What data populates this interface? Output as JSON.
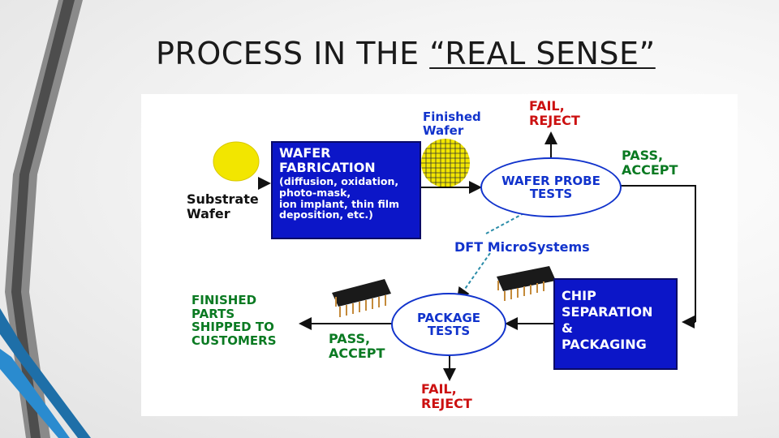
{
  "slide": {
    "title_prefix": "PROCESS IN THE ",
    "title_quoted": "“REAL SENSE”"
  },
  "diagram": {
    "finished_wafer": [
      "Finished",
      "Wafer"
    ],
    "fail_reject_top": [
      "FAIL,",
      "REJECT"
    ],
    "pass_accept_top": [
      "PASS,",
      "ACCEPT"
    ],
    "substrate_wafer": [
      "Substrate",
      "Wafer"
    ],
    "wafer_fab": {
      "title": [
        "WAFER",
        "FABRICATION"
      ],
      "details": [
        "(diffusion, oxidation,",
        "photo-mask,",
        "ion implant, thin film",
        "deposition, etc.)"
      ]
    },
    "wafer_probe": [
      "WAFER PROBE",
      "TESTS"
    ],
    "dft": "DFT MicroSystems",
    "chip_sep": [
      "CHIP",
      "SEPARATION",
      "&",
      "PACKAGING"
    ],
    "package_tests": [
      "PACKAGE",
      "TESTS"
    ],
    "finished_parts": [
      "FINISHED",
      "PARTS",
      "SHIPPED TO",
      "CUSTOMERS"
    ],
    "pass_accept_bottom": [
      "PASS,",
      "ACCEPT"
    ],
    "fail_reject_bottom": [
      "FAIL,",
      "REJECT"
    ],
    "colors": {
      "box_blue": "#0c16c8",
      "oval_border": "#1133cc",
      "wafer_yellow": "#f2e600",
      "red": "#cc1111",
      "green": "#0a7a22"
    }
  }
}
